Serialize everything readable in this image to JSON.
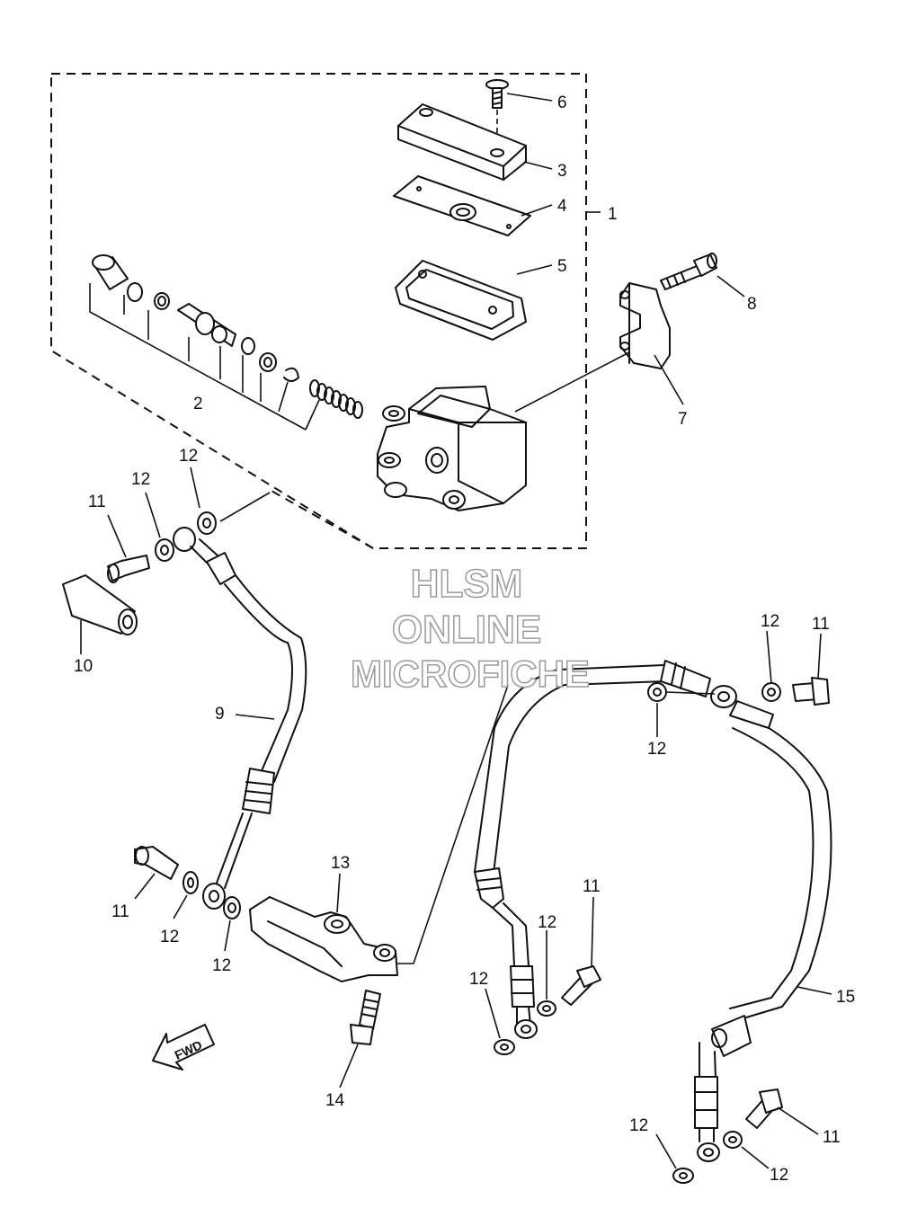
{
  "watermark": {
    "line1": "HLSM",
    "line2": "ONLINE",
    "line3": "MICROFICHE"
  },
  "arrow": {
    "text": "FWD"
  },
  "callouts": {
    "c1": "1",
    "c2": "2",
    "c3": "3",
    "c4": "4",
    "c5": "5",
    "c6": "6",
    "c7": "7",
    "c8": "8",
    "c9": "9",
    "c10": "10",
    "c11a": "11",
    "c11b": "11",
    "c11c": "11",
    "c11d": "11",
    "c12a": "12",
    "c12b": "12",
    "c12c": "12",
    "c12d": "12",
    "c12e": "12",
    "c12f": "12",
    "c12g": "12",
    "c12h": "12",
    "c12i": "12",
    "c12j": "12",
    "c13": "13",
    "c14": "14",
    "c15": "15"
  }
}
